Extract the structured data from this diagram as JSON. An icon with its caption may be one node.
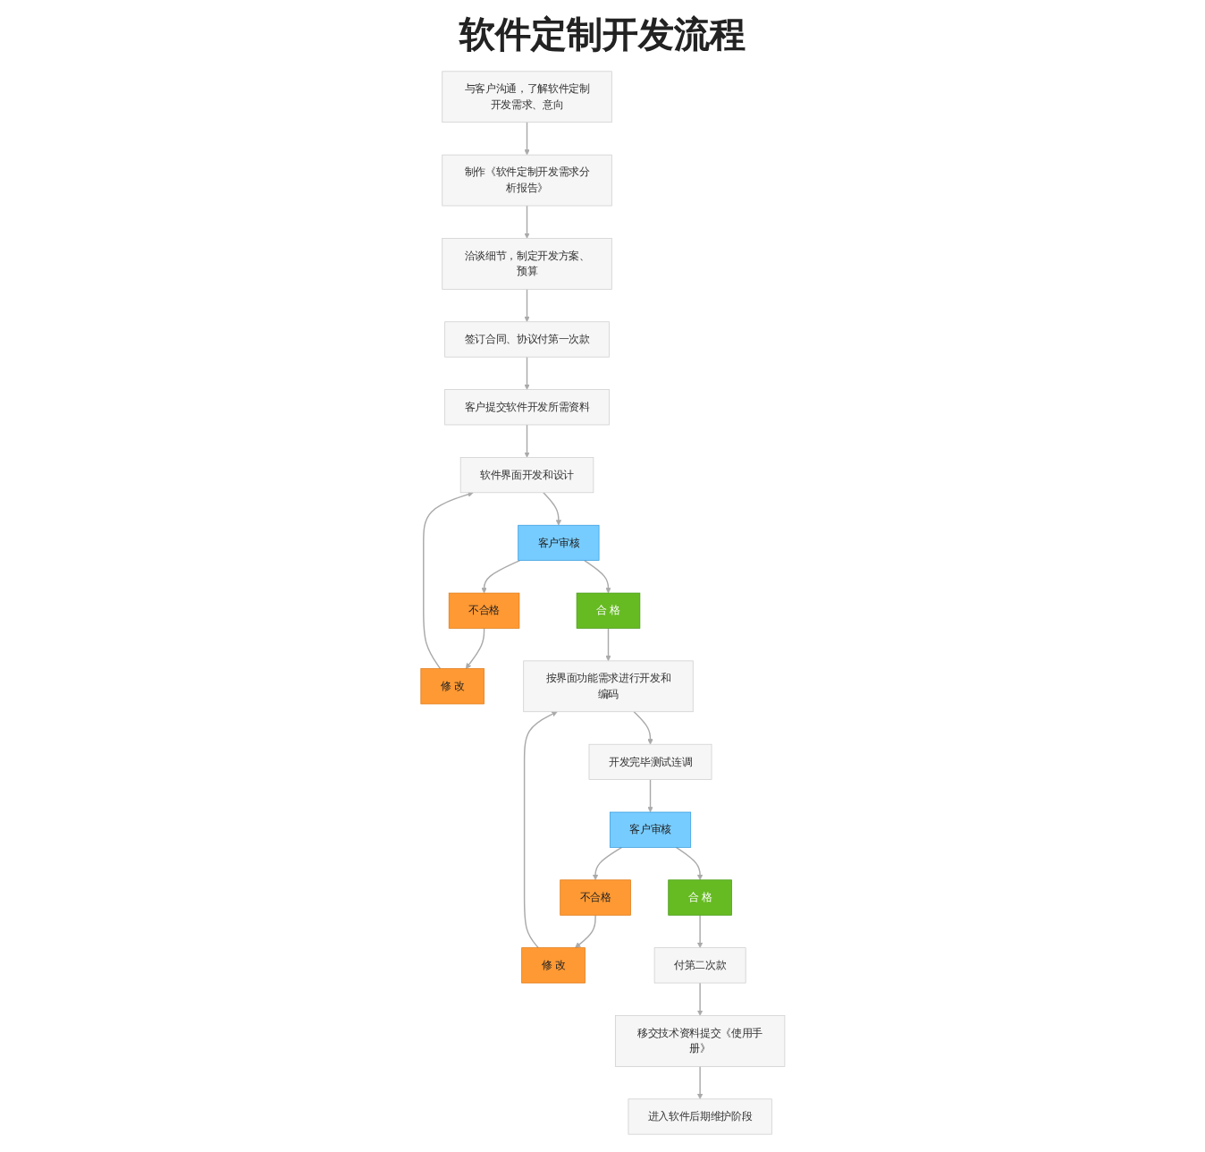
{
  "diagram": {
    "title": "软件定制开发流程",
    "nodes": [
      {
        "text": [
          "与客户沟通，了解软件定制开发需求、意向"
        ]
      },
      {
        "text": [
          "制作《软件定制开发需求分析报告》"
        ]
      },
      {
        "text": [
          "洽谈细节，制定开发方案、预算"
        ]
      },
      {
        "text": [
          "签订合同、协议付第一次款"
        ]
      },
      {
        "text": [
          "不合格"
        ]
      },
      {
        "text": [
          "修 改"
        ]
      },
      {
        "text": [
          "客户审核"
        ]
      },
      {
        "text": [
          "软件界面开发和设计"
        ]
      },
      {
        "text": [
          "客户提交软件开发所需资料"
        ]
      },
      {
        "text": [
          "合 格"
        ]
      },
      {
        "text": [
          "按界面功能需求进行开发和编码"
        ]
      },
      {
        "text": [
          "修 改"
        ]
      },
      {
        "text": [
          "开发完毕测试连调"
        ]
      },
      {
        "text": [
          "付第二次款"
        ]
      },
      {
        "text": [
          "合 格"
        ]
      },
      {
        "text": [
          "客户审核"
        ]
      },
      {
        "text": [
          "不合格"
        ]
      },
      {
        "text": [
          "移交技术资料提交《使用手册》"
        ]
      },
      {
        "text": [
          "进入软件后期维护阶段"
        ]
      }
    ],
    "edges": [
      {
        "from": 0,
        "to": 1,
        "arrow": "to"
      },
      {
        "from": 1,
        "to": 2,
        "arrow": "to"
      },
      {
        "from": 2,
        "to": 3,
        "arrow": "to"
      },
      {
        "from": 3,
        "to": 8,
        "arrow": "to"
      },
      {
        "from": 8,
        "to": 7,
        "arrow": "to"
      },
      {
        "from": 7,
        "to": 6,
        "arrow": "to"
      },
      {
        "from": 6,
        "to": 4,
        "arrow": "to"
      },
      {
        "from": 4,
        "to": 5,
        "arrow": "to"
      },
      {
        "from": 5,
        "to": 7,
        "arrow": "to"
      },
      {
        "from": 6,
        "to": 9,
        "arrow": "to"
      },
      {
        "from": 9,
        "to": 10,
        "arrow": "to"
      },
      {
        "from": 10,
        "to": 12,
        "arrow": "to"
      },
      {
        "from": 12,
        "to": 15,
        "arrow": "to"
      },
      {
        "from": 15,
        "to": 14,
        "arrow": "to"
      },
      {
        "from": 14,
        "to": 13,
        "arrow": "to"
      },
      {
        "from": 15,
        "to": 16,
        "arrow": "to"
      },
      {
        "from": 16,
        "to": 11,
        "arrow": "to"
      },
      {
        "from": 11,
        "to": 10,
        "arrow": "to"
      },
      {
        "from": 13,
        "to": 17,
        "arrow": "to"
      },
      {
        "from": 17,
        "to": 18,
        "arrow": "to"
      }
    ]
  }
}
